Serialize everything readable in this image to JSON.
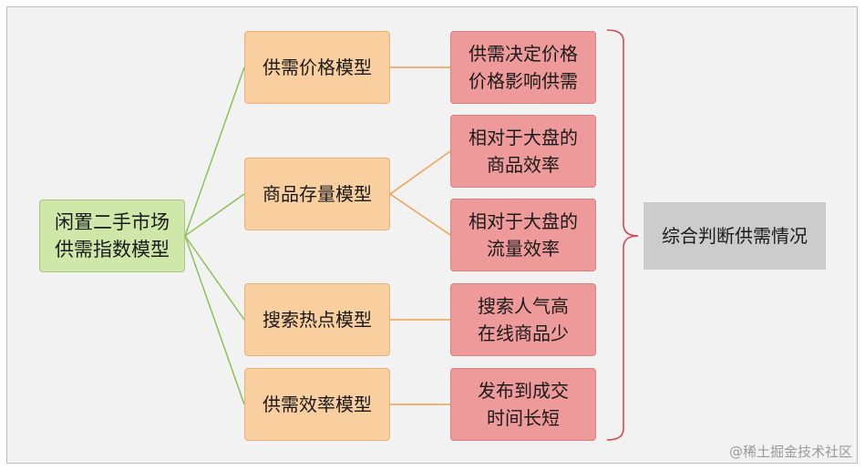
{
  "root": {
    "label": "闲置二手市场\n供需指数模型"
  },
  "models": [
    {
      "label": "供需价格模型",
      "details": [
        "供需决定价格\n价格影响供需"
      ]
    },
    {
      "label": "商品存量模型",
      "details": [
        "相对于大盘的\n商品效率",
        "相对于大盘的\n流量效率"
      ]
    },
    {
      "label": "搜索热点模型",
      "details": [
        "搜索人气高\n在线商品少"
      ]
    },
    {
      "label": "供需效率模型",
      "details": [
        "发布到成交\n时间长短"
      ]
    }
  ],
  "summary": {
    "label": "综合判断供需情况"
  },
  "watermark": "@稀土掘金技术社区",
  "colors": {
    "root_fill": "#cfe8a9",
    "model_fill": "#f9cf9f",
    "detail_fill": "#ee9a9a",
    "summary_fill": "#cccccc",
    "root_connector": "#8dc056",
    "model_connector": "#f0a050",
    "bracket": "#d84a4a"
  }
}
